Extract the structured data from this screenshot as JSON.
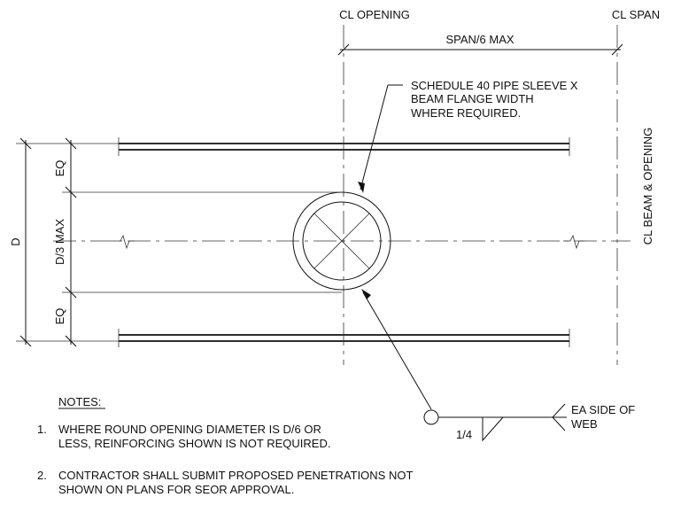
{
  "labels": {
    "cl_opening": "CL OPENING",
    "cl_span": "CL SPAN",
    "span_dim": "SPAN/6 MAX",
    "cl_beam_opening": "CL BEAM & OPENING",
    "depth": "D",
    "eq_top": "EQ",
    "d3_max": "D/3 MAX",
    "eq_bottom": "EQ"
  },
  "callout": {
    "line1": "SCHEDULE 40 PIPE SLEEVE X",
    "line2": "BEAM FLANGE WIDTH",
    "line3": "WHERE REQUIRED."
  },
  "weld": {
    "size": "1/4",
    "note_line1": "EA SIDE OF",
    "note_line2": "WEB"
  },
  "notes": {
    "heading": "NOTES:",
    "items": [
      {
        "num": "1.",
        "line1": "WHERE ROUND OPENING DIAMETER IS D/6 OR",
        "line2": "LESS, REINFORCING SHOWN IS NOT REQUIRED."
      },
      {
        "num": "2.",
        "line1": "CONTRACTOR SHALL SUBMIT PROPOSED PENETRATIONS NOT",
        "line2": "SHOWN ON PLANS FOR SEOR APPROVAL."
      }
    ]
  }
}
